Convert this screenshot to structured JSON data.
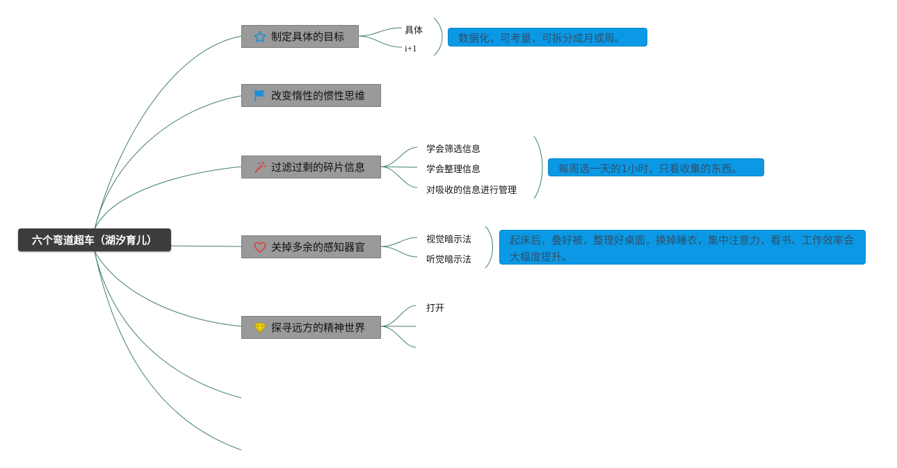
{
  "root": {
    "title": "六个弯道超车（湖汐育儿）"
  },
  "branches": [
    {
      "label": "制定具体的目标",
      "icon": "star-icon",
      "children": [
        "具体",
        "i+1"
      ],
      "note": "数据化，可考量，可拆分成月或周。"
    },
    {
      "label": "改变惰性的惯性思维",
      "icon": "flag-icon"
    },
    {
      "label": "过滤过剩的碎片信息",
      "icon": "magic-wand-icon",
      "children": [
        "学会筛选信息",
        "学会整理信息",
        "对吸收的信息进行管理"
      ],
      "note": "每周选一天的1小时，只看收集的东西。"
    },
    {
      "label": "关掉多余的感知器官",
      "icon": "heart-icon",
      "children": [
        "视觉暗示法",
        "听觉暗示法"
      ],
      "note": "起床后，叠好被，整理好桌面，换掉睡衣，集中注意力，看书、工作效率会大幅度提升。"
    },
    {
      "label": "探寻远方的精神世界",
      "icon": "diamond-icon",
      "children": [
        "打开"
      ]
    }
  ],
  "colors": {
    "root_bg": "#3d3d3d",
    "branch_bg": "#9a9a9a",
    "note_bg": "#0b99e6",
    "line": "#3f7f66",
    "icon_blue": "#1a8fd8",
    "icon_red": "#e03a3a",
    "icon_yellow": "#f2d31b"
  }
}
